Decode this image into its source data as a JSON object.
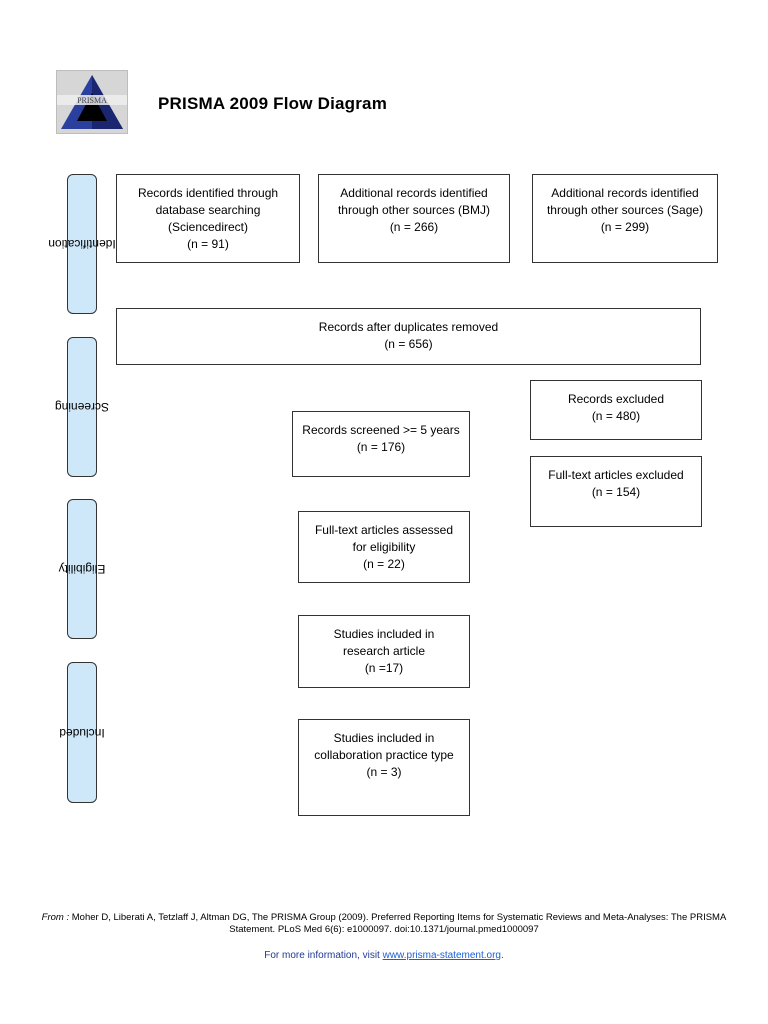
{
  "header": {
    "logo_text": "PRISMA",
    "title": "PRISMA 2009 Flow Diagram"
  },
  "phases": [
    {
      "label": "Identification"
    },
    {
      "label": "Screening"
    },
    {
      "label": "Eligibility"
    },
    {
      "label": "Included"
    }
  ],
  "boxes": {
    "db_search": {
      "lines": [
        "Records identified through",
        "database searching",
        "(Sciencedirect)",
        "(n = 91)"
      ]
    },
    "other_bmj": {
      "lines": [
        "Additional records identified",
        "through other sources (BMJ)",
        "(n = 266)"
      ]
    },
    "other_sage": {
      "lines": [
        "Additional records identified",
        "through other sources (Sage)",
        "(n = 299)"
      ]
    },
    "dedup": {
      "lines": [
        "Records after duplicates removed",
        "(n = 656)"
      ]
    },
    "excluded": {
      "lines": [
        "Records excluded",
        "(n = 480)"
      ]
    },
    "screened": {
      "lines": [
        "Records screened >= 5 years",
        "(n = 176)"
      ]
    },
    "fulltext_excluded": {
      "lines": [
        "Full-text articles excluded",
        "(n = 154)"
      ]
    },
    "eligibility": {
      "lines": [
        "Full-text articles assessed",
        "for eligibility",
        "(n = 22)"
      ]
    },
    "included_research": {
      "lines": [
        "Studies included in",
        "research article",
        "(n =17)"
      ]
    },
    "included_collab": {
      "lines": [
        "Studies included in",
        "collaboration practice type",
        "(n = 3)"
      ]
    }
  },
  "footer": {
    "from_label": "From :",
    "citation": "Moher D, Liberati A, Tetzlaff J, Altman DG, The PRISMA Group (2009). Preferred Reporting Items for Systematic Reviews and Meta-Analyses: The PRISMA Statement. PLoS Med 6(6): e1000097. doi:10.1371/journal.pmed1000097",
    "more_info_prefix": "For more information, visit ",
    "more_info_link": "www.prisma-statement.org",
    "more_info_suffix": "."
  }
}
